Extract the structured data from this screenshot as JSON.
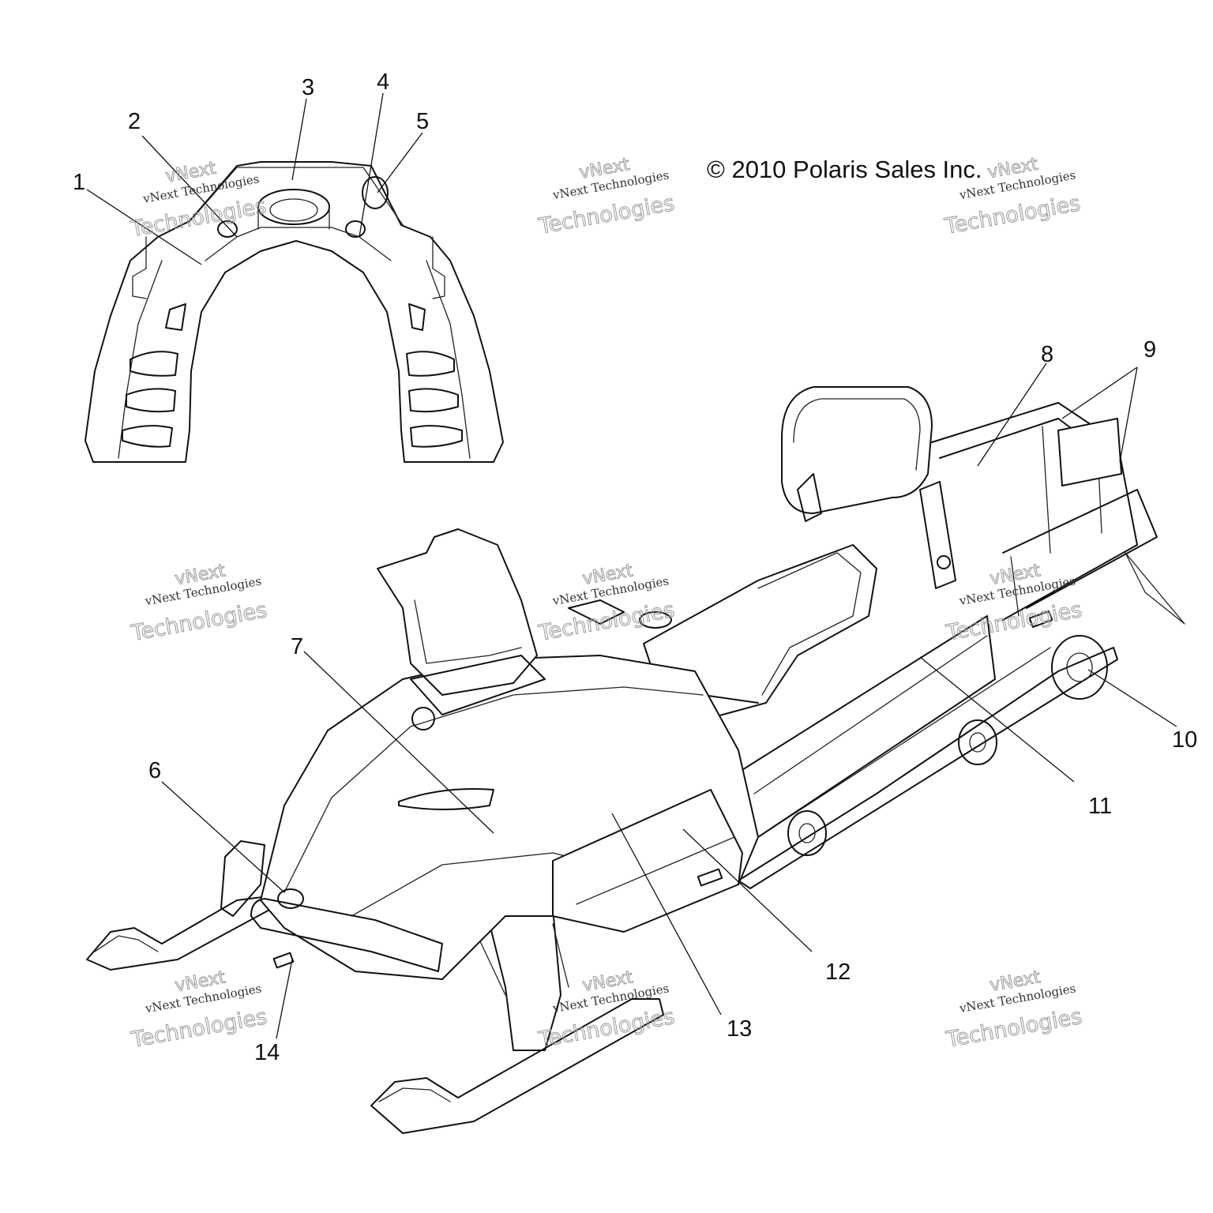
{
  "copyright": "© 2010 Polaris Sales Inc.",
  "callouts": [
    "1",
    "2",
    "3",
    "4",
    "5",
    "6",
    "7",
    "8",
    "9",
    "10",
    "11",
    "12",
    "13",
    "14"
  ],
  "watermark": {
    "brand": "vNext",
    "company": "vNext Technologies",
    "word": "Technologies"
  }
}
